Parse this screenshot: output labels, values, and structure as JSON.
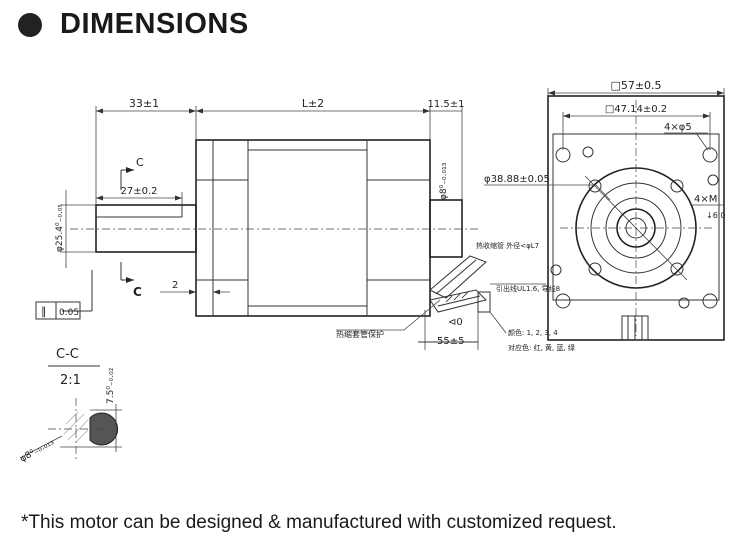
{
  "heading": {
    "title": "DIMENSIONS"
  },
  "footnote": "*This motor can be designed & manufactured with customized request.",
  "side_view": {
    "dim_shaft_length": "33±1",
    "dim_body_length": "L±2",
    "dim_rear": "11.5±1",
    "dim_flat_length": "27±0.2",
    "dim_shaft_dia": "φ25.4⁰₋₀.₀₅",
    "dim_rear_shaft": "φ8⁰₋₀.₀₁₃",
    "dim_gap": "2",
    "section_mark_top": "C",
    "section_mark_bottom": "C",
    "tolerance_frame": "0.05",
    "tolerance_symbol": "∥",
    "lead_length": "55±5",
    "angle_symbol": "⊲0",
    "cable_note_1": "热缩套管保护",
    "cable_note_2": "热收缩管 外径<φL7",
    "cable_note_3": "引出线UL1.6, 导线8",
    "cable_note_4": "颜色: 1, 2, 3, 4",
    "cable_note_5": "对应色: 红, 黄, 蓝, 绿"
  },
  "front_view": {
    "dim_square": "□57±0.5",
    "dim_hole_spacing": "□47.14±0.2",
    "dim_holes": "4×φ5",
    "dim_pilot": "φ38.88±0.05",
    "dim_side_holes": "4×M",
    "dim_depth": "↓6.0"
  },
  "section_cc": {
    "label": "C-C",
    "scale": "2:1",
    "dim_flat": "7.5⁰₋₀.₀₂",
    "dim_dia": "φ8⁰₋₀.₀₁₃"
  }
}
